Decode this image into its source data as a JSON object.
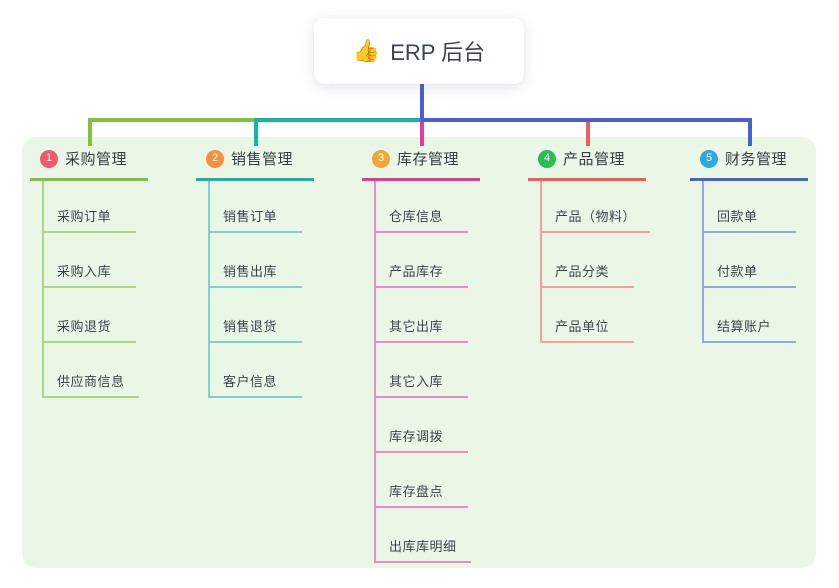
{
  "root": {
    "icon": "👍",
    "label": "ERP 后台"
  },
  "colors": {
    "panel_bg": "#ebf7e6",
    "root_line": "#4c5ed6",
    "card_bg": "#ffffff",
    "text_dark": "#3b4350"
  },
  "branches": [
    {
      "badge": "1",
      "label": "采购管理",
      "color": "#82c140",
      "light": "#acd681",
      "badge_color": "#f3586d",
      "children": [
        "采购订单",
        "采购入库",
        "采购退货",
        "供应商信息"
      ]
    },
    {
      "badge": "2",
      "label": "销售管理",
      "color": "#12b5a6",
      "light": "#7cd3c9",
      "badge_color": "#f7903e",
      "children": [
        "销售订单",
        "销售出库",
        "销售退货",
        "客户信息"
      ]
    },
    {
      "badge": "3",
      "label": "库存管理",
      "color": "#e5399b",
      "light": "#f08ac4",
      "badge_color": "#f0a735",
      "children": [
        "仓库信息",
        "产品库存",
        "其它出库",
        "其它入库",
        "库存调拨",
        "库存盘点",
        "出库库明细"
      ]
    },
    {
      "badge": "4",
      "label": "产品管理",
      "color": "#f15b5b",
      "light": "#f79e9e",
      "badge_color": "#2abd52",
      "children": [
        "产品（物料）",
        "产品分类",
        "产品单位"
      ]
    },
    {
      "badge": "5",
      "label": "财务管理",
      "color": "#4663d0",
      "light": "#94a7e5",
      "badge_color": "#2ea7e0",
      "children": [
        "回款单",
        "付款单",
        "结算账户"
      ]
    }
  ]
}
